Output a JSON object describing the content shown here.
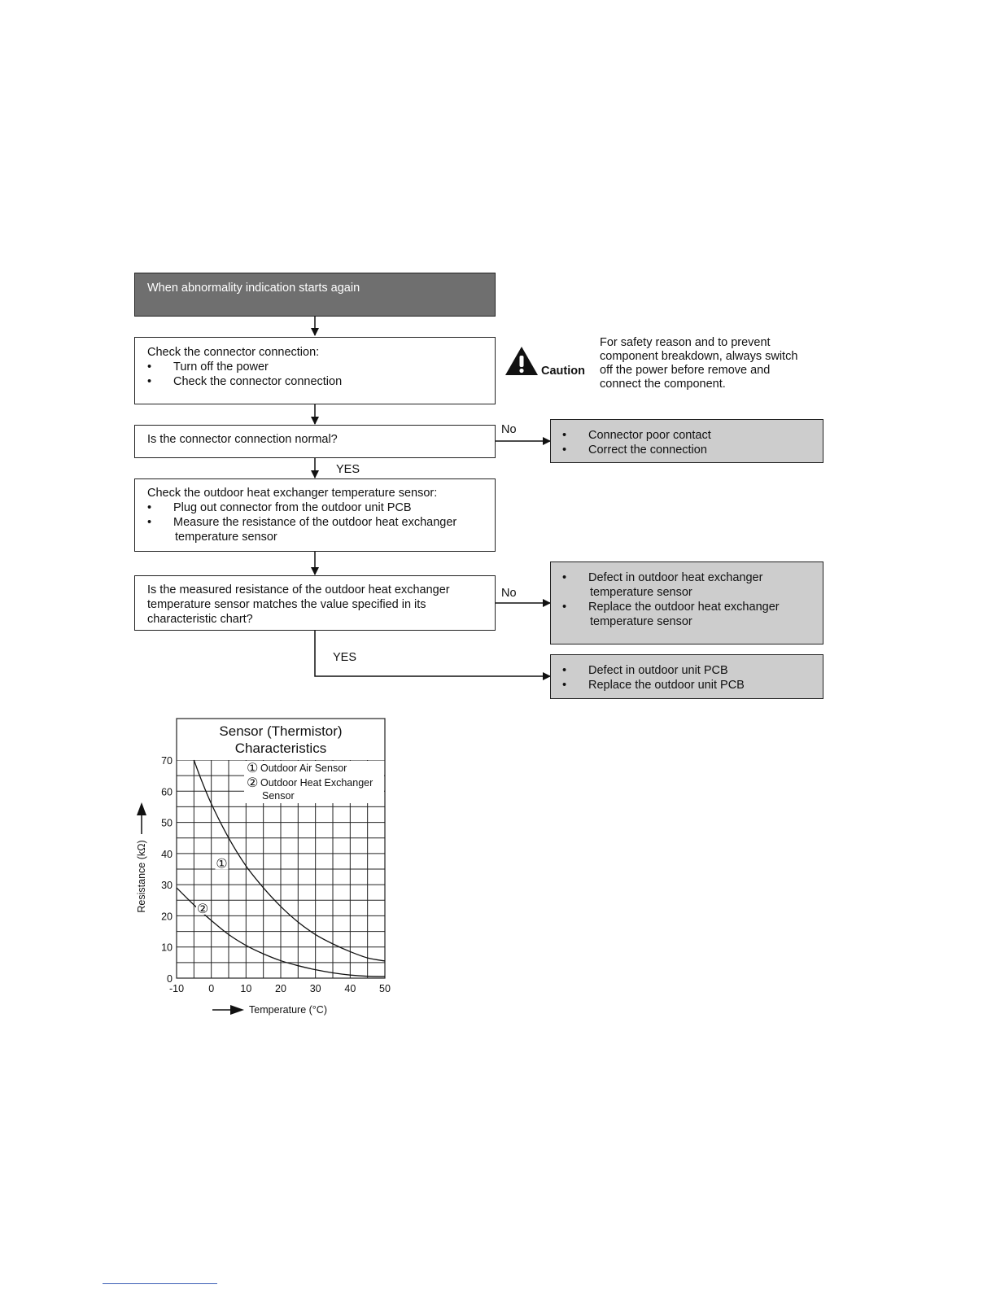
{
  "flowchart": {
    "start": {
      "text": "When abnormality indication starts again"
    },
    "check_connector": {
      "title": "Check the connector connection:",
      "bullets": [
        "Turn off the power",
        "Check the connector connection"
      ]
    },
    "caution": {
      "label": "Caution",
      "lines": [
        "For safety reason and to prevent",
        "component breakdown, always switch",
        "off the power before remove and",
        "connect the component."
      ]
    },
    "q_connector": {
      "text": "Is the connector connection normal?"
    },
    "no_label_1": "No",
    "result_connector": {
      "bullets": [
        "Connector poor contact",
        "Correct the connection"
      ]
    },
    "yes_label_1": "YES",
    "check_sensor": {
      "title": "Check the outdoor heat exchanger temperature sensor:",
      "bullets": [
        [
          "Plug out connector from the outdoor unit PCB"
        ],
        [
          "Measure the resistance of the outdoor heat exchanger",
          "temperature sensor"
        ]
      ]
    },
    "q_resistance": {
      "lines": [
        "Is the measured resistance of the outdoor heat exchanger",
        "temperature sensor matches the value specified in its",
        "characteristic chart?"
      ]
    },
    "no_label_2": "No",
    "result_sensor": {
      "bullets": [
        [
          "Defect in outdoor heat exchanger",
          "temperature sensor"
        ],
        [
          "Replace the outdoor heat exchanger",
          "temperature sensor"
        ]
      ]
    },
    "yes_label_2": "YES",
    "result_pcb": {
      "bullets": [
        "Defect in outdoor unit PCB",
        "Replace the outdoor unit PCB"
      ]
    },
    "bullet_char": "•"
  },
  "chart_data": {
    "type": "line",
    "title": [
      "Sensor (Thermistor)",
      "Characteristics"
    ],
    "xlabel": "Temperature (°C)",
    "ylabel": "Resistance (kΩ)",
    "xlim": [
      -10,
      50
    ],
    "ylim": [
      0,
      70
    ],
    "x_ticks": [
      -10,
      0,
      10,
      20,
      30,
      40,
      50
    ],
    "y_ticks": [
      0,
      10,
      20,
      30,
      40,
      50,
      60,
      70
    ],
    "grid": true,
    "legend": [
      {
        "marker": "①",
        "lines": [
          "Outdoor Air Sensor"
        ]
      },
      {
        "marker": "②",
        "lines": [
          "Outdoor Heat Exchanger",
          "Sensor"
        ]
      }
    ],
    "series": [
      {
        "name": "Outdoor Air Sensor",
        "marker": "①",
        "x": [
          -5,
          -3,
          0,
          5,
          10,
          15,
          20,
          25,
          30,
          35,
          40,
          45,
          50
        ],
        "y": [
          70,
          64,
          56,
          45,
          36,
          29,
          23,
          18,
          14,
          11,
          8.5,
          6.5,
          5.5
        ]
      },
      {
        "name": "Outdoor Heat Exchanger Sensor",
        "marker": "②",
        "x": [
          -10,
          -5,
          0,
          5,
          10,
          15,
          20,
          25,
          30,
          35,
          40,
          45,
          50
        ],
        "y": [
          29,
          23.5,
          18.5,
          14,
          10.5,
          7.8,
          5.6,
          4,
          2.7,
          1.7,
          1.0,
          0.6,
          0.5
        ]
      }
    ]
  }
}
